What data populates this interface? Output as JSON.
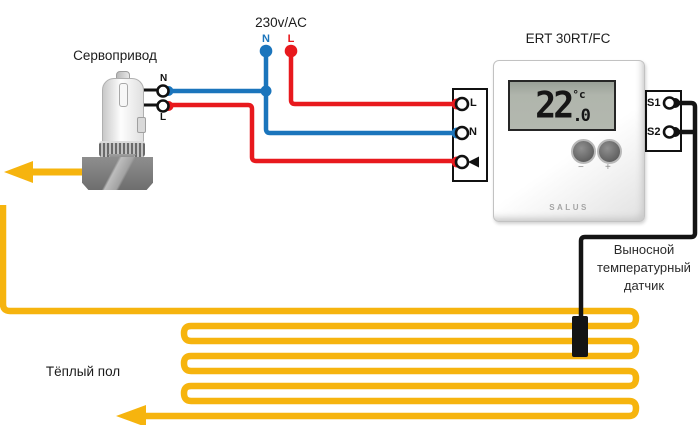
{
  "colors": {
    "pipe": "#f6b40e",
    "live": "#e8191d",
    "neutral": "#1b75bc",
    "sensor-wire": "#141414"
  },
  "servo": {
    "label": "Сервопривод",
    "terminal_n": "N",
    "terminal_l": "L"
  },
  "power": {
    "label": "230v/AC",
    "neutral": "N",
    "live": "L"
  },
  "thermostat": {
    "model": "ERT 30RT/FC",
    "brand": "SALUS",
    "display": {
      "value": "22",
      "unit": "°c",
      "decimal": ".0"
    },
    "buttons": {
      "minus": "−",
      "plus": "+"
    },
    "terminals": {
      "live": "L",
      "neutral": "N",
      "s1": "S1",
      "s2": "S2"
    }
  },
  "sensor": {
    "label_line1": "Выносной",
    "label_line2": "температурный",
    "label_line3": "датчик"
  },
  "floor": {
    "label": "Тёплый пол"
  }
}
